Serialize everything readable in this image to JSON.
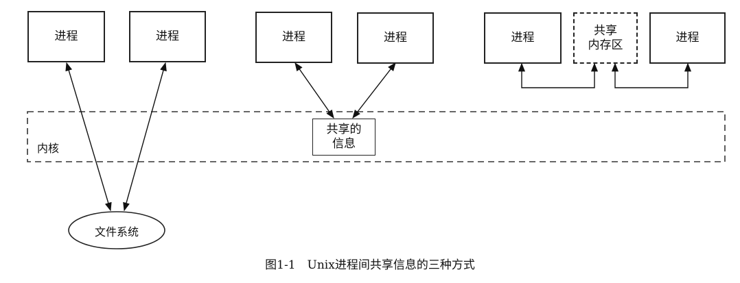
{
  "nodes": {
    "process1": "进程",
    "process2": "进程",
    "process3": "进程",
    "process4": "进程",
    "process5": "进程",
    "process6": "进程",
    "shared_memory_line1": "共享",
    "shared_memory_line2": "内存区",
    "shared_info_line1": "共享的",
    "shared_info_line2": "信息",
    "kernel": "内核",
    "filesystem": "文件系统"
  },
  "caption": "图1-1　Unix进程间共享信息的三种方式"
}
